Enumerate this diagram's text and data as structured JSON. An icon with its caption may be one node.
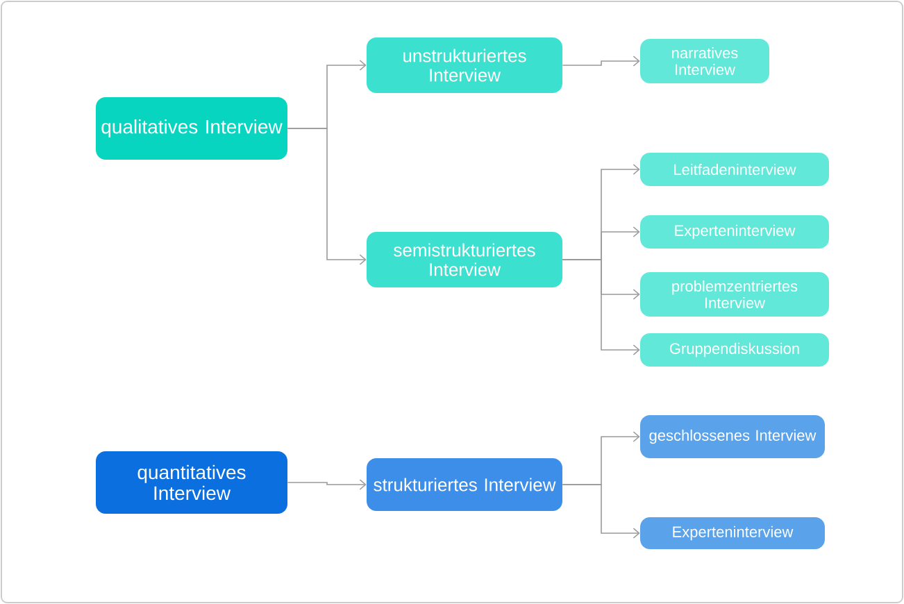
{
  "diagram": {
    "nodes": [
      {
        "text": [
          "qualitatives Interview"
        ]
      },
      {
        "text": [
          "unstrukturiertes Interview"
        ]
      },
      {
        "text": [
          "narratives Interview"
        ]
      },
      {
        "text": [
          "semistrukturiertes Interview"
        ]
      },
      {
        "text": [
          "Leitfadeninterview"
        ]
      },
      {
        "text": [
          "Experteninterview"
        ]
      },
      {
        "text": [
          "problemzentriertes Interview"
        ]
      },
      {
        "text": [
          "Gruppendiskussion"
        ]
      },
      {
        "text": [
          "quantitatives Interview"
        ]
      },
      {
        "text": [
          "strukturiertes Interview"
        ]
      },
      {
        "text": [
          "geschlossenes Interview"
        ]
      },
      {
        "text": [
          "Experteninterview"
        ]
      }
    ],
    "edges": [
      {
        "from": 0,
        "to": 1,
        "arrow": "to"
      },
      {
        "from": 0,
        "to": 3,
        "arrow": "to"
      },
      {
        "from": 1,
        "to": 2,
        "arrow": "to"
      },
      {
        "from": 3,
        "to": 4,
        "arrow": "to"
      },
      {
        "from": 3,
        "to": 5,
        "arrow": "to"
      },
      {
        "from": 3,
        "to": 6,
        "arrow": "to"
      },
      {
        "from": 3,
        "to": 7,
        "arrow": "to"
      },
      {
        "from": 8,
        "to": 9,
        "arrow": "to"
      },
      {
        "from": 9,
        "to": 10,
        "arrow": "to"
      },
      {
        "from": 9,
        "to": 11,
        "arrow": "to"
      }
    ]
  }
}
